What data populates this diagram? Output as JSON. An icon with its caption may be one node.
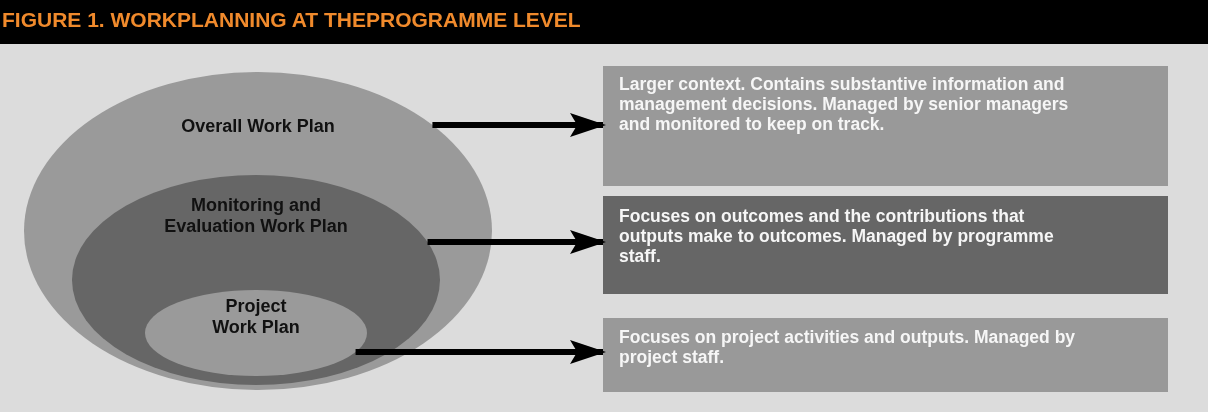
{
  "diagram": {
    "title": "FIGURE 1. WORKPLANNING AT THEPROGRAMME LEVEL",
    "nodes": [
      {
        "text": [
          "Overall Work Plan"
        ]
      },
      {
        "text": [
          "Monitoring and Evaluation Work Plan"
        ],
        "in": 0
      },
      {
        "text": [
          "Project Work Plan"
        ],
        "in": 1
      },
      {
        "text": [
          "Larger context. Contains substantive information and management decisions. Managed by senior managers and monitored to keep on track."
        ]
      },
      {
        "text": [
          "Focuses on outcomes and the contributions that outputs make to outcomes. Managed by programme staff."
        ]
      },
      {
        "text": [
          "Focuses on project activities and outputs. Managed by project staff."
        ]
      }
    ],
    "edges": [
      {
        "from": 0,
        "to": 3,
        "arrow": "to"
      },
      {
        "from": 1,
        "to": 4,
        "arrow": "to"
      },
      {
        "from": 2,
        "to": 5,
        "arrow": "to"
      }
    ]
  }
}
